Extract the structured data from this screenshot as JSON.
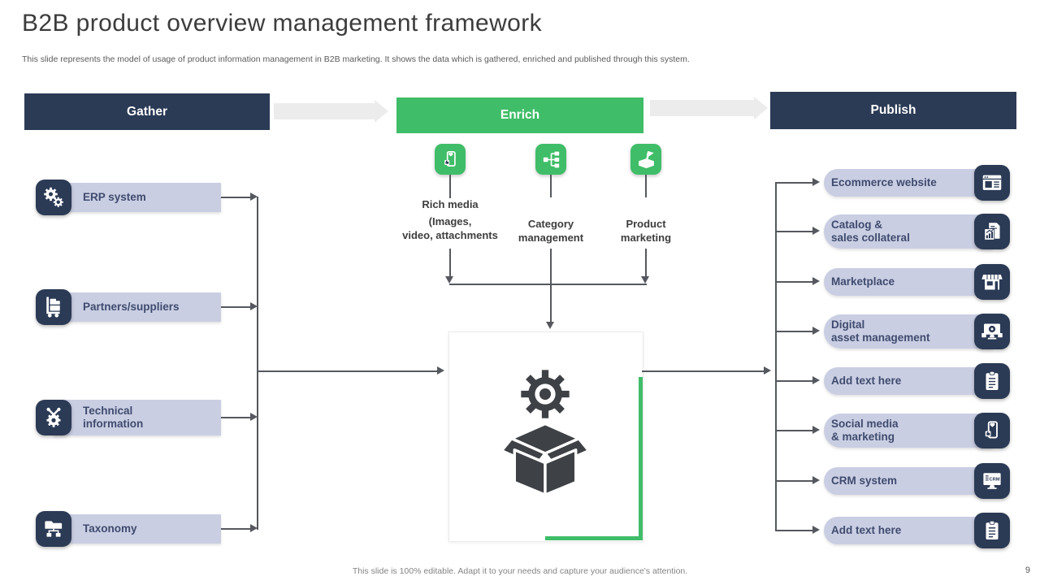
{
  "slide": {
    "title": "B2B product overview management framework",
    "subtitle": "This slide represents the model of usage of product information management in B2B marketing. It shows the data which is gathered, enriched and published through this system.",
    "footer": "This slide is 100% editable. Adapt it to your needs and capture your audience's attention.",
    "page_number": "9"
  },
  "colors": {
    "navy": "#2b3a55",
    "green": "#3fbd68",
    "lavender": "#c9cee3",
    "line_gray": "#55585e",
    "flow_arrow_gray": "#ececec",
    "charcoal": "#3e4145"
  },
  "stages": {
    "gather": {
      "label": "Gather",
      "items": [
        {
          "label": "ERP system",
          "icon": "gears-icon"
        },
        {
          "label": "Partners/suppliers",
          "icon": "hand-truck-icon"
        },
        {
          "label": "Technical\ninformation",
          "icon": "gear-wrench-icon"
        },
        {
          "label": "Taxonomy",
          "icon": "folder-tree-icon"
        }
      ]
    },
    "enrich": {
      "label": "Enrich",
      "items": [
        {
          "label": "Rich media",
          "detail": "(Images,\nvideo, attachments",
          "icon": "social-phone-icon"
        },
        {
          "label": "Category\nmanagement",
          "icon": "hierarchy-icon"
        },
        {
          "label": "Product\nmarketing",
          "icon": "box-megaphone-icon"
        }
      ]
    },
    "publish": {
      "label": "Publish",
      "items": [
        {
          "label": "Ecommerce website",
          "icon": "browser-icon"
        },
        {
          "label": "Catalog &\nsales collateral",
          "icon": "report-document-icon"
        },
        {
          "label": "Marketplace",
          "icon": "storefront-icon"
        },
        {
          "label": "Digital\nasset management",
          "icon": "monitor-gear-icon"
        },
        {
          "label": "Add text here",
          "icon": "clipboard-icon"
        },
        {
          "label": "Social media\n& marketing",
          "icon": "social-phone-icon"
        },
        {
          "label": "CRM system",
          "icon": "crm-monitor-icon",
          "icon_text": "CRM"
        },
        {
          "label": "Add text here",
          "icon": "clipboard-icon"
        }
      ]
    }
  },
  "center": {
    "icon": "gear-open-box-icon"
  }
}
